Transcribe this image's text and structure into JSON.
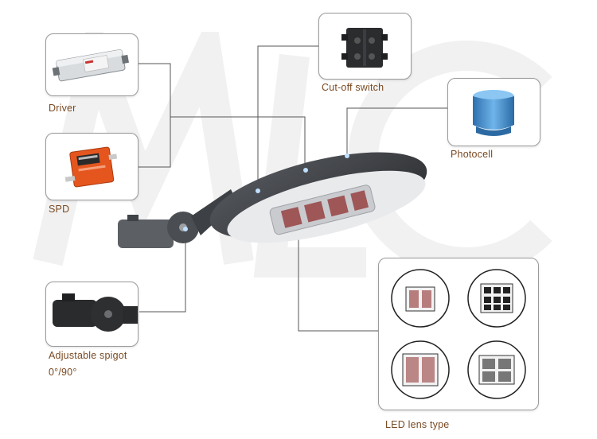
{
  "labels": {
    "driver": "Driver",
    "spd": "SPD",
    "cutoff_switch": "Cut-off switch",
    "photocell": "Photocell",
    "adjustable_spigot": "Adjustable spigot",
    "spigot_angle": "0°/90°",
    "led_lens_type": "LED lens type"
  },
  "colors": {
    "label_text": "#7a4a22",
    "connector_line": "#555555",
    "card_border": "#9a9a9a",
    "housing": "#3a3c40",
    "photocell_blue": "#3f8fd0",
    "spd_orange": "#e5561e",
    "led_dot": "#8f2f2f"
  },
  "icons": {
    "watermark": "brand-watermark",
    "driver": "driver-module-icon",
    "spd": "surge-protector-icon",
    "cutoff_switch": "cutoff-switch-icon",
    "photocell": "photocell-icon",
    "spigot": "spigot-bracket-icon",
    "lamp": "street-light-icon"
  }
}
